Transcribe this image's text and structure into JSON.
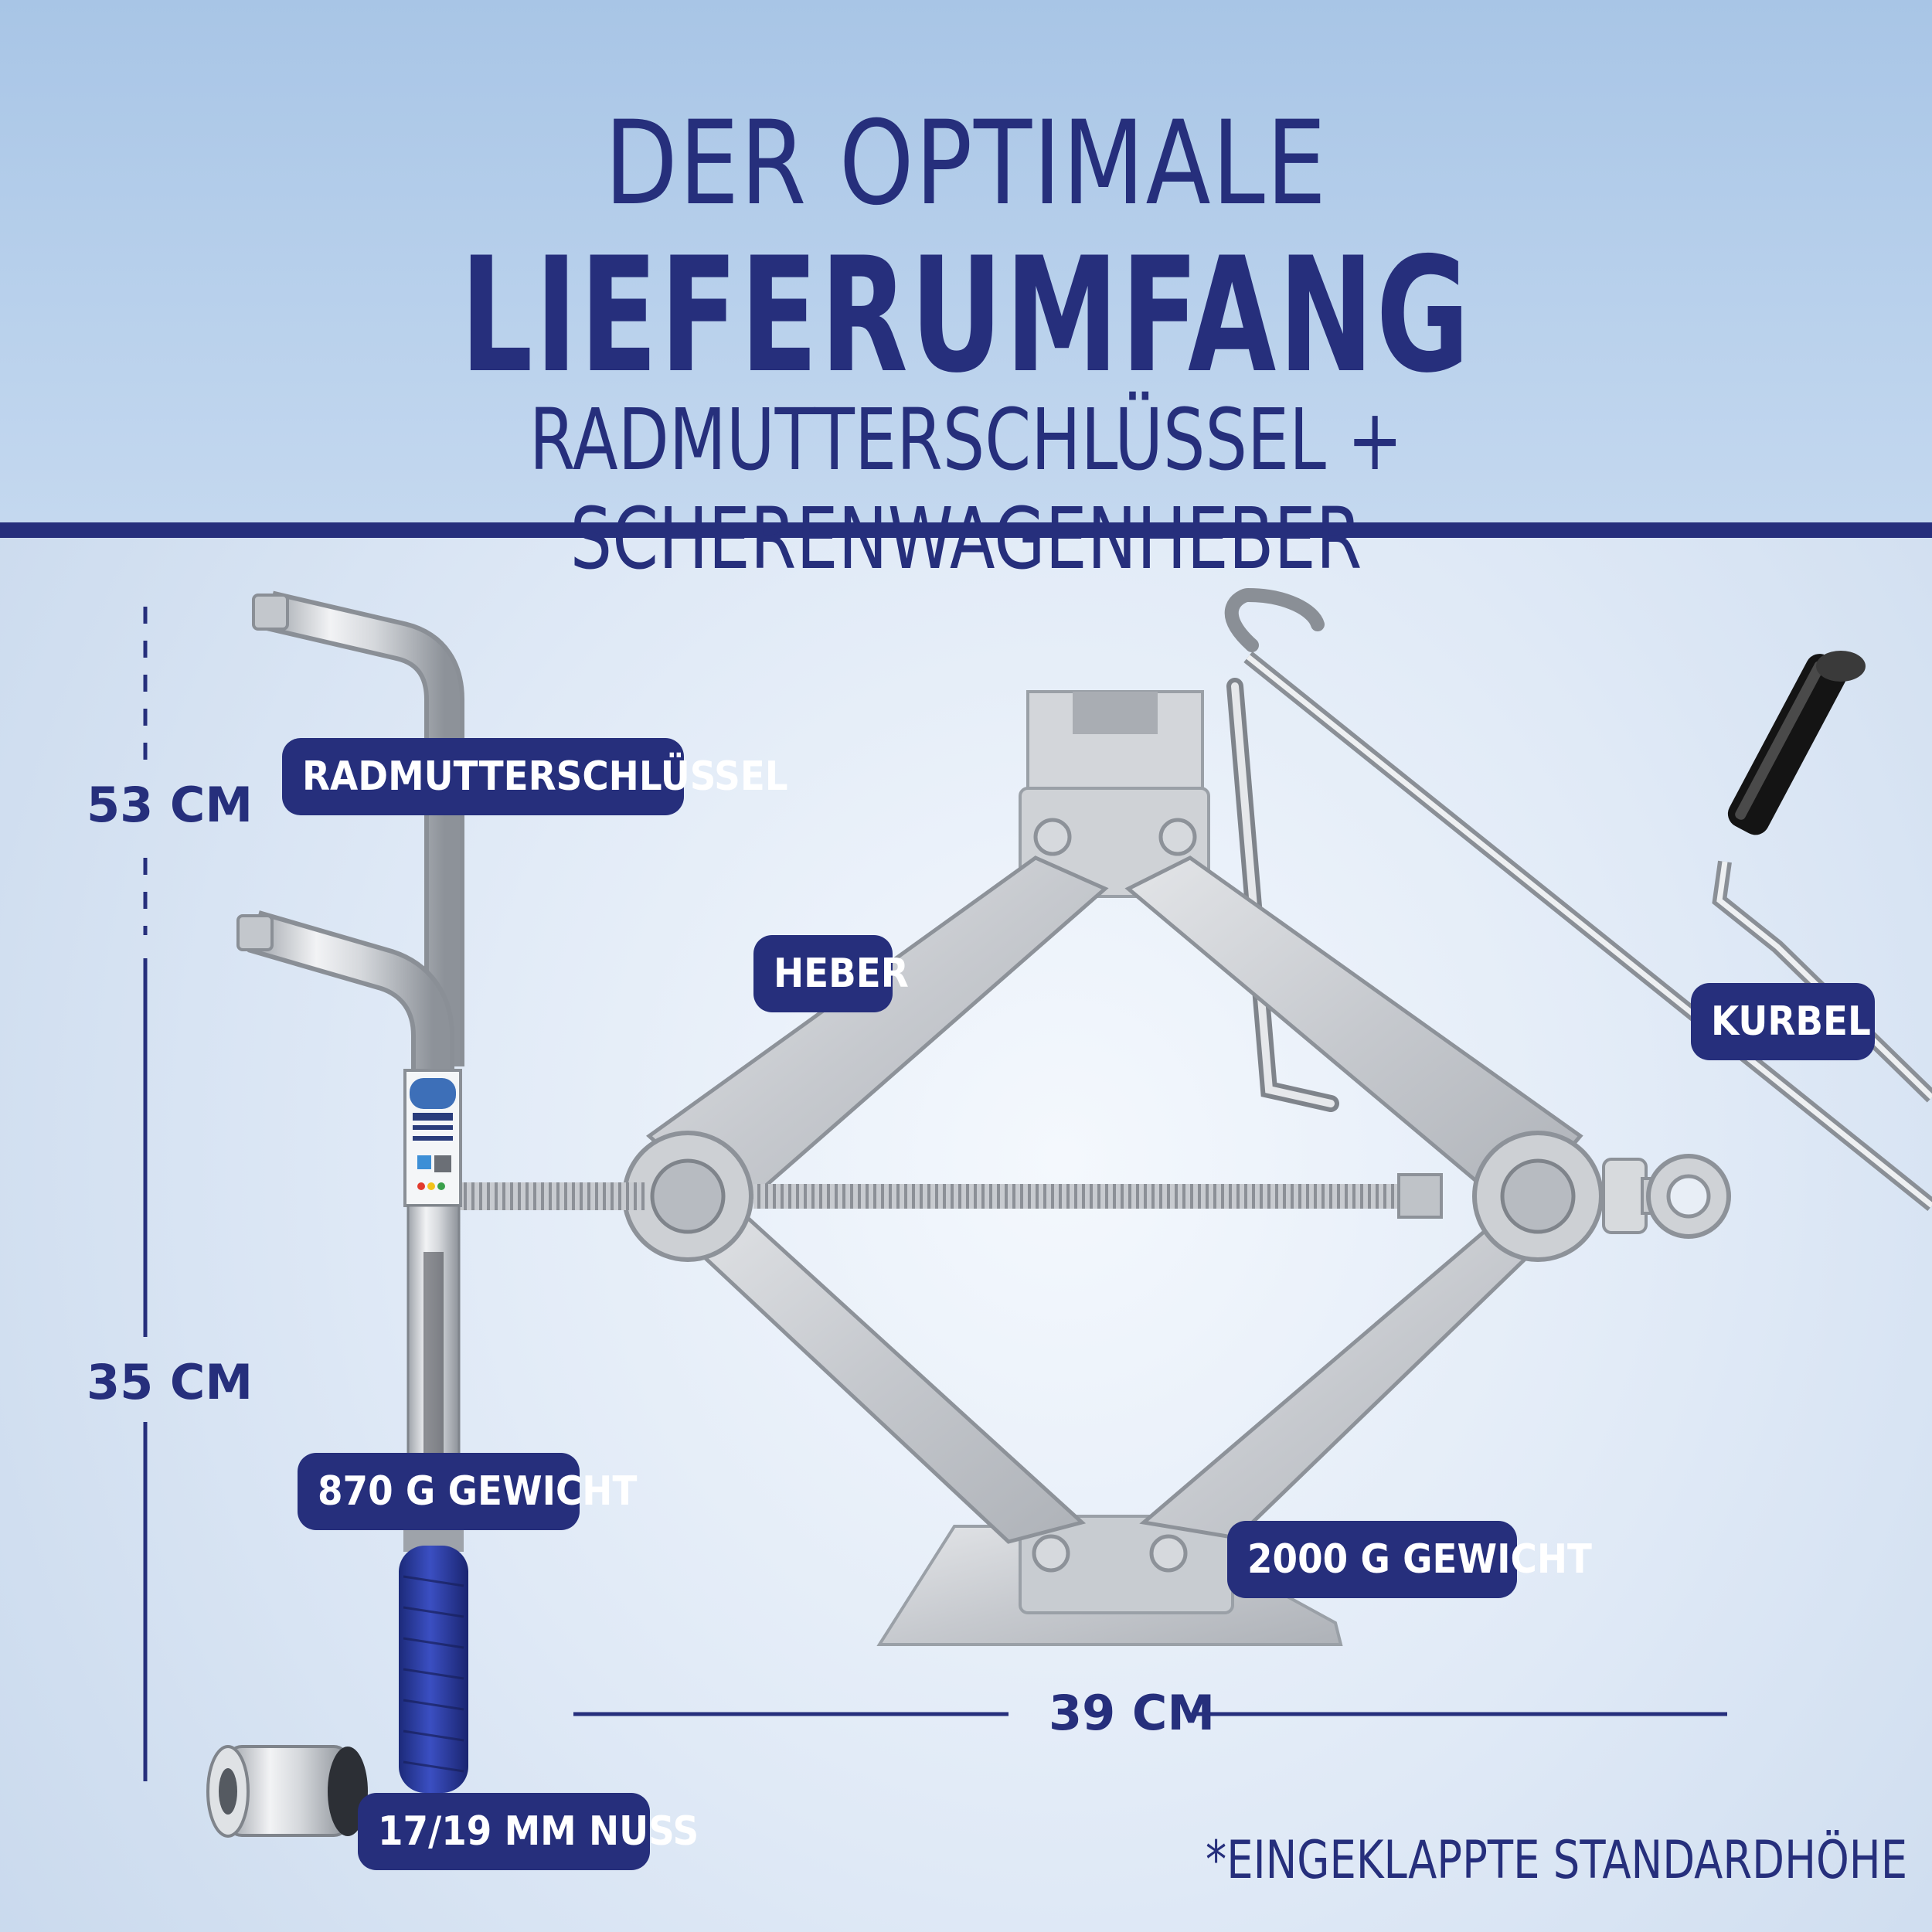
{
  "header": {
    "line1": "DER OPTIMALE",
    "line2": "LIEFERUMFANG",
    "line3": "RADMUTTERSCHLÜSSEL + SCHERENWAGENHEBER"
  },
  "labels": {
    "wrench": "RADMUTTERSCHLÜSSEL",
    "jack": "HEBER",
    "crank": "KURBEL",
    "wrench_weight": "870 G GEWICHT",
    "jack_weight": "2000 G GEWICHT",
    "socket": "17/19 MM NUSS"
  },
  "dimensions": {
    "wrench_extended": "53 CM",
    "wrench_collapsed": "35 CM",
    "jack_width": "39 CM"
  },
  "footnote": "*EINGEKLAPPTE STANDARDHÖHE",
  "colors": {
    "brand_navy": "#262f7c",
    "handle_blue": "#2b3a9b",
    "steel": "#c9ccd1"
  }
}
